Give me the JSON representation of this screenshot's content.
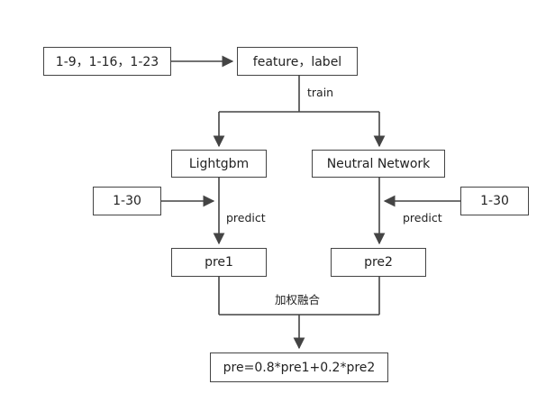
{
  "nodes": {
    "input_train": "1-9，1-16，1-23",
    "feature_label": "feature，label",
    "lightgbm": "Lightgbm",
    "nn": "Neutral Network",
    "test_left": "1-30",
    "test_right": "1-30",
    "pre1": "pre1",
    "pre2": "pre2",
    "result": "pre=0.8*pre1+0.2*pre2"
  },
  "edge_labels": {
    "train": "train",
    "predict_left": "predict",
    "predict_right": "predict",
    "weighted_fusion": "加权融合"
  },
  "colors": {
    "line": "#444444",
    "box_border": "#444444",
    "text": "#222222",
    "background": "#ffffff"
  }
}
